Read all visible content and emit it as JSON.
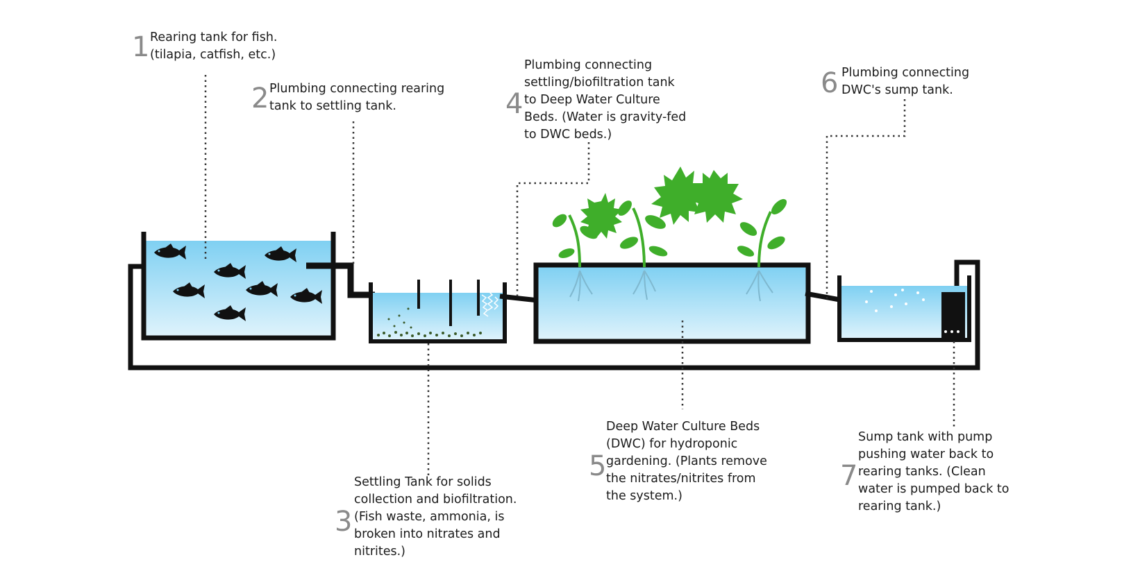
{
  "callouts": [
    {
      "number": "1",
      "text": "Rearing tank for fish.\n(tilapia, catfish, etc.)"
    },
    {
      "number": "2",
      "text": "Plumbing connecting rearing\ntank to settling tank."
    },
    {
      "number": "3",
      "text": "Settling Tank for solids\ncollection and biofiltration.\n(Fish waste, ammonia, is\nbroken into nitrates and\nnitrites.)"
    },
    {
      "number": "4",
      "text": "Plumbing connecting\nsettling/biofiltration tank\nto Deep Water Culture\nBeds. (Water is gravity-fed\nto DWC beds.)"
    },
    {
      "number": "5",
      "text": "Deep Water Culture Beds\n(DWC) for hydroponic\ngardening. (Plants remove\nthe nitrates/nitrites from\nthe system.)"
    },
    {
      "number": "6",
      "text": "Plumbing connecting\nDWC's sump tank."
    },
    {
      "number": "7",
      "text": "Sump tank with pump\npushing water back to\nrearing tanks. (Clean\nwater is pumped back to\nrearing tank.)"
    }
  ],
  "colors": {
    "water_top": "#7fd0f2",
    "water_bottom": "#d9f1fb",
    "outline": "#111111",
    "leaf": "#3fae2a",
    "leaf_dark": "#2a8a1c",
    "number": "#8a8a8a"
  }
}
